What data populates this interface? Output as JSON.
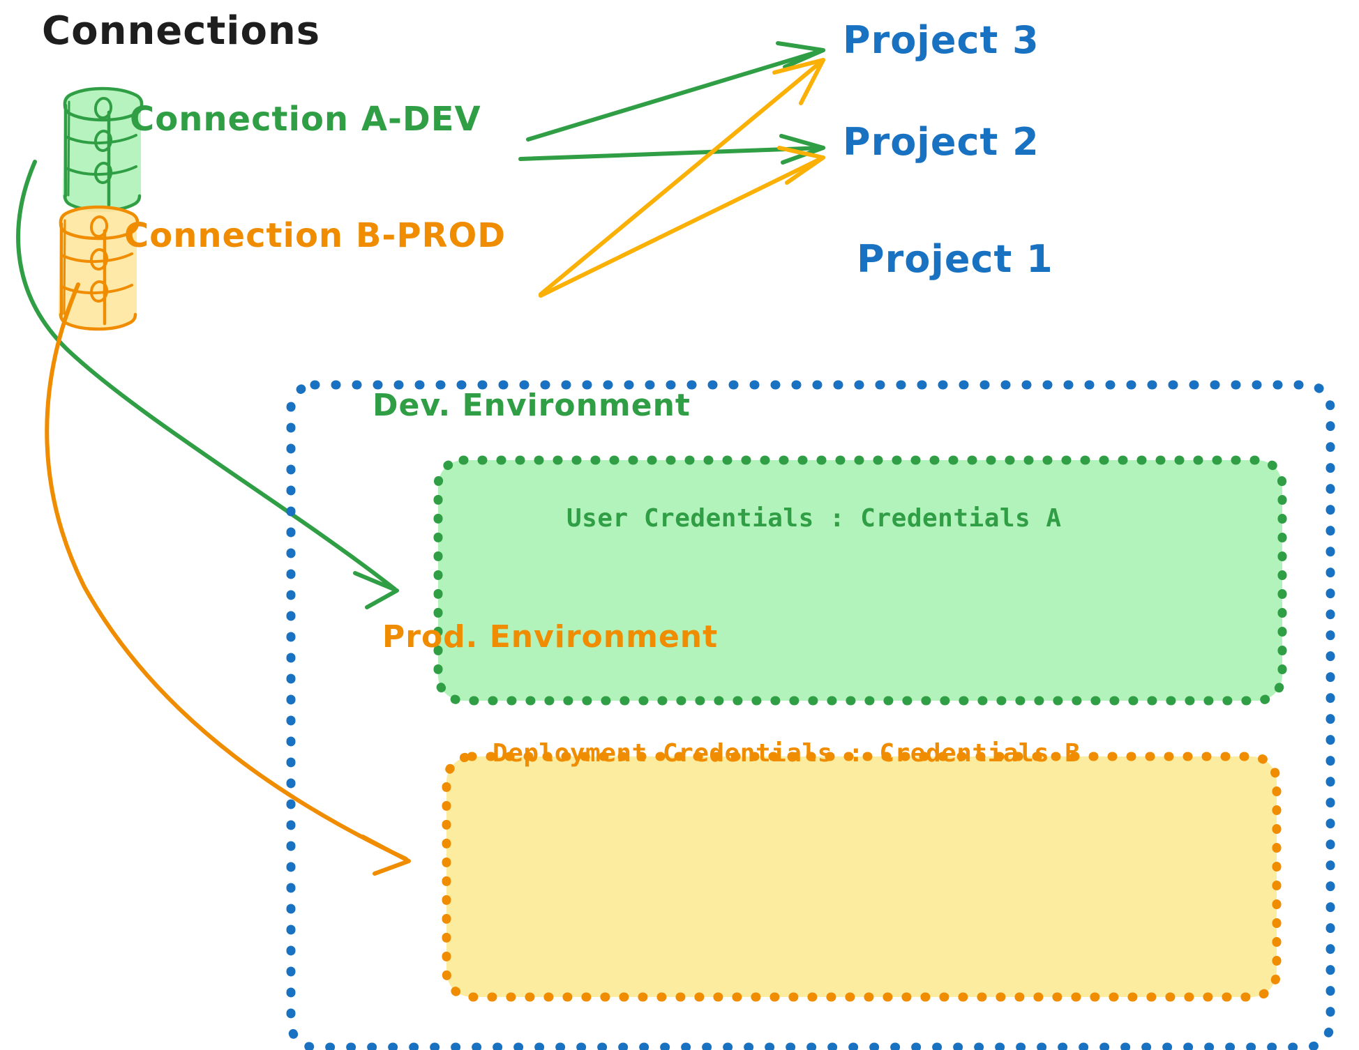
{
  "diagram": {
    "title": "Connections",
    "connections": [
      {
        "id": "conn-a",
        "label": "Connection A-DEV",
        "color": "#2f9e44",
        "db_icon": "database-cylinder-icon"
      },
      {
        "id": "conn-b",
        "label": "Connection B-PROD",
        "color": "#f08c00",
        "db_icon": "database-cylinder-icon"
      }
    ],
    "projects": [
      {
        "id": "project-3",
        "label": "Project 3",
        "color": "#1971c2"
      },
      {
        "id": "project-2",
        "label": "Project 2",
        "color": "#1971c2"
      },
      {
        "id": "project-1",
        "label": "Project 1",
        "color": "#1971c2"
      }
    ],
    "project_1_box": {
      "border_color": "#1971c2",
      "environments": [
        {
          "id": "dev-environment",
          "title": "Dev. Environment",
          "credentials_label": "User Credentials : Credentials A",
          "border_color": "#2f9e44",
          "fill_color": "#b2f2bb"
        },
        {
          "id": "prod-environment",
          "title": "Prod. Environment",
          "credentials_label": "Deployment Credentials : Credentials B",
          "border_color": "#f08c00",
          "fill_color": "#fceca0"
        }
      ]
    },
    "edges": [
      {
        "from": "conn-a",
        "to": "project-3",
        "color": "#2f9e44"
      },
      {
        "from": "conn-a",
        "to": "project-2",
        "color": "#2f9e44"
      },
      {
        "from": "conn-a",
        "to": "dev-environment",
        "color": "#2f9e44"
      },
      {
        "from": "conn-b",
        "to": "project-3",
        "color": "#fab005"
      },
      {
        "from": "conn-b",
        "to": "project-2",
        "color": "#fab005"
      },
      {
        "from": "conn-b",
        "to": "prod-environment",
        "color": "#f08c00"
      }
    ],
    "colors": {
      "green_stroke": "#2f9e44",
      "green_fill": "#b2f2bb",
      "orange_stroke": "#f08c00",
      "orange_arrow": "#fab005",
      "orange_fill": "#fceca0",
      "blue": "#1971c2",
      "black": "#1e1e1e"
    }
  }
}
